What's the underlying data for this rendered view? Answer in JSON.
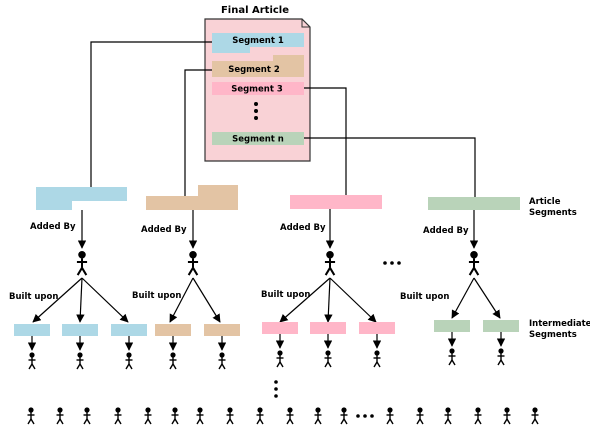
{
  "title": "Final Article",
  "document": {
    "segments": [
      "Segment 1",
      "Segment 2",
      "Segment 3",
      "Segment n"
    ],
    "ellipsis": "⋮"
  },
  "labels": {
    "added_by": "Added By",
    "built_upon": "Built upon",
    "article_segments": [
      "Article",
      "Segments"
    ],
    "intermediate_segments": [
      "Intermediate",
      "Segments"
    ],
    "h_ellipsis": "•••",
    "v_ellipsis": "⋮"
  },
  "colors": {
    "segment_1": "#add8e6",
    "segment_2": "#e3c4a4",
    "segment_3": "#ffb6c8",
    "segment_n": "#b9d3b9",
    "document_fill": "#f9d2d6",
    "document_border": "#333333"
  }
}
